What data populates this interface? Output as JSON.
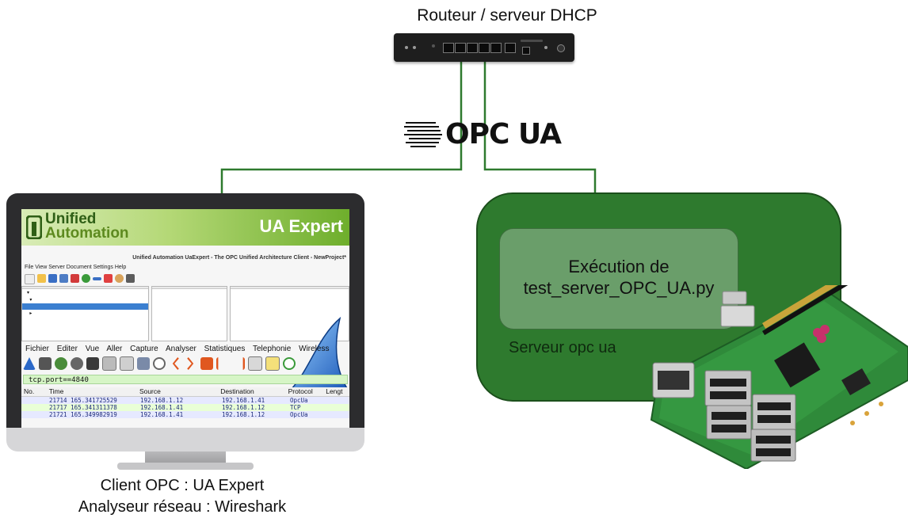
{
  "router": {
    "label": "Routeur / serveur DHCP"
  },
  "protocol_logo": {
    "text": "OPC UA"
  },
  "client": {
    "caption_line1": "Client OPC : UA Expert",
    "caption_line2": "Analyseur réseau : Wireshark",
    "ua_expert": {
      "brand_line1": "Unified",
      "brand_line2": "Automation",
      "title": "UA Expert",
      "window_title": "Unified Automation UaExpert - The OPC Unified Architecture Client - NewProject*",
      "menu": "File  View  Server  Document  Settings  Help"
    },
    "wireshark": {
      "menu": [
        "Fichier",
        "Editer",
        "Vue",
        "Aller",
        "Capture",
        "Analyser",
        "Statistiques",
        "Telephonie",
        "Wireless"
      ],
      "filter": "tcp.port==4840",
      "columns": [
        "No.",
        "Time",
        "Source",
        "Destination",
        "Protocol",
        "Lengt"
      ],
      "rows": [
        {
          "no": "",
          "time": "21714 165.341725529",
          "source": "192.168.1.12",
          "destination": "192.168.1.41",
          "protocol": "OpcUa"
        },
        {
          "no": "",
          "time": "21717 165.341311378",
          "source": "192.168.1.41",
          "destination": "192.168.1.12",
          "protocol": "TCP"
        },
        {
          "no": "",
          "time": "21721 165.349982919",
          "source": "192.168.1.41",
          "destination": "192.168.1.12",
          "protocol": "OpcUa"
        }
      ]
    }
  },
  "server": {
    "label": "Serveur opc ua",
    "exec_line1": "Exécution de",
    "exec_line2": "test_server_OPC_UA.py"
  },
  "colors": {
    "link": "#2e7a2e",
    "server_fill": "#2e7a2e",
    "exec_fill": "#6a9e6a",
    "ua_green": "#6eae2c"
  }
}
